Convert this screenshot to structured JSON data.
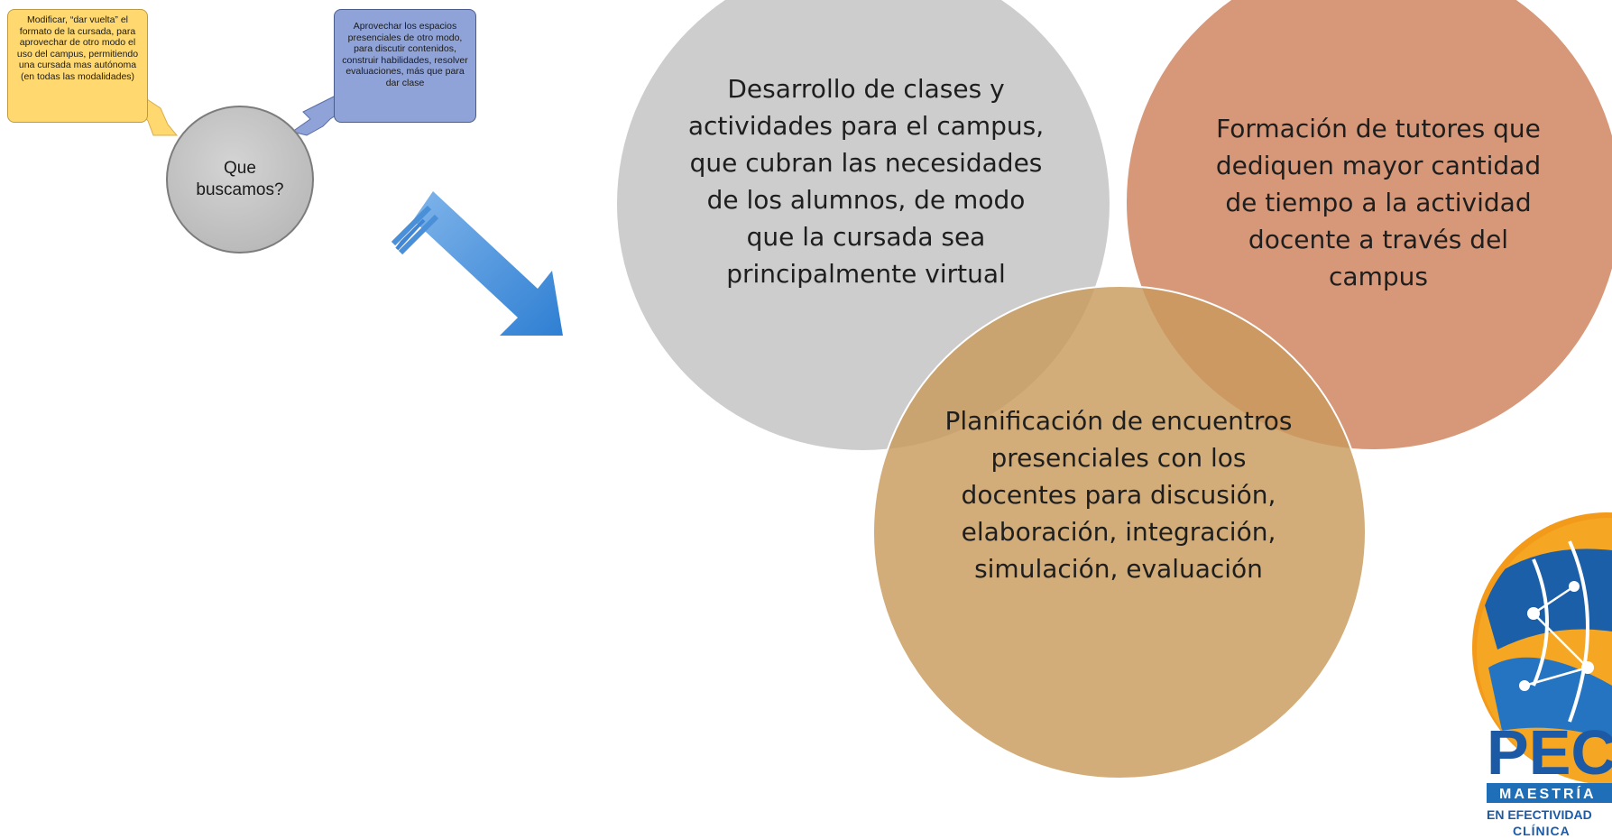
{
  "callouts": {
    "left": "Modificar, “dar vuelta” el formato de la cursada, para aprovechar de otro modo el uso del campus, permitiendo una cursada mas autónoma (en todas las modalidades)",
    "right": "Aprovechar los espacios presenciales de otro modo, para discutir contenidos, construir habilidades, resolver evaluaciones, más que para dar clase"
  },
  "center": {
    "label": "Que buscamos?"
  },
  "venn": {
    "gray": "Desarrollo de clases y actividades para el campus, que cubran las necesidades de los alumnos, de modo que la cursada sea principalmente virtual",
    "rust": "Formación de tutores que dediquen mayor cantidad de tiempo a la actividad docente a través del campus",
    "tan": "Planificación de encuentros presenciales con los docentes para discusión, elaboración, integración, simulación, evaluación"
  },
  "logo": {
    "word": "PEC",
    "line1": "MAESTRÍA",
    "line2": "EN EFECTIVIDAD",
    "line3": "CLÍNICA"
  },
  "colors": {
    "gray_circle": "#c8c8c8",
    "rust_circle": "#d7967b",
    "tan_circle": "#d2ab78",
    "arrow_blue": "#4a90d9",
    "callout_yellow": "#ffd970",
    "callout_blue": "#8fa3d8"
  }
}
